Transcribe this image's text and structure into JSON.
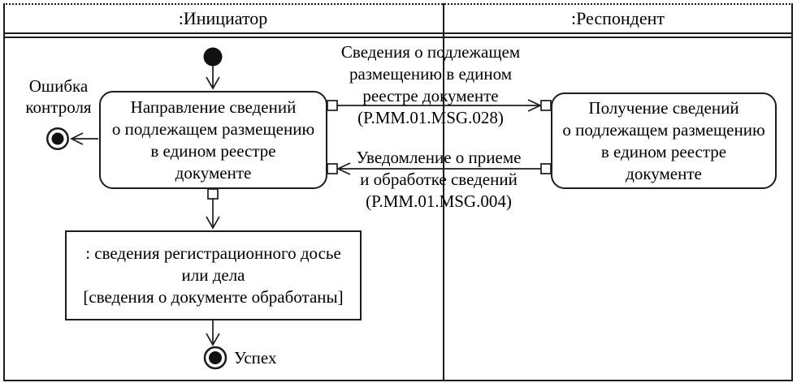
{
  "colors": {
    "ink": "#1c1c1c",
    "paper": "#ffffff"
  },
  "lanes": {
    "left": ":Инициатор",
    "right": ":Респондент"
  },
  "nodes": {
    "left_activity": [
      "Направление сведений",
      "о подлежащем размещению",
      "в едином реестре",
      "документе"
    ],
    "right_activity": [
      "Получение сведений",
      "о подлежащем размещению",
      "в едином реестре",
      "документе"
    ],
    "object_box": [
      ": сведения регистрационного досье",
      "или дела",
      "[сведения о документе обработаны]"
    ],
    "error_label": [
      "Ошибка",
      "контроля"
    ],
    "success_label": "Успех"
  },
  "messages": {
    "msg1": [
      "Сведения о подлежащем",
      "размещению в едином",
      "реестре документе",
      "(P.MM.01.MSG.028)"
    ],
    "msg2": [
      "Уведомление о приеме",
      "и обработке сведений",
      "(P.MM.01.MSG.004)"
    ]
  }
}
